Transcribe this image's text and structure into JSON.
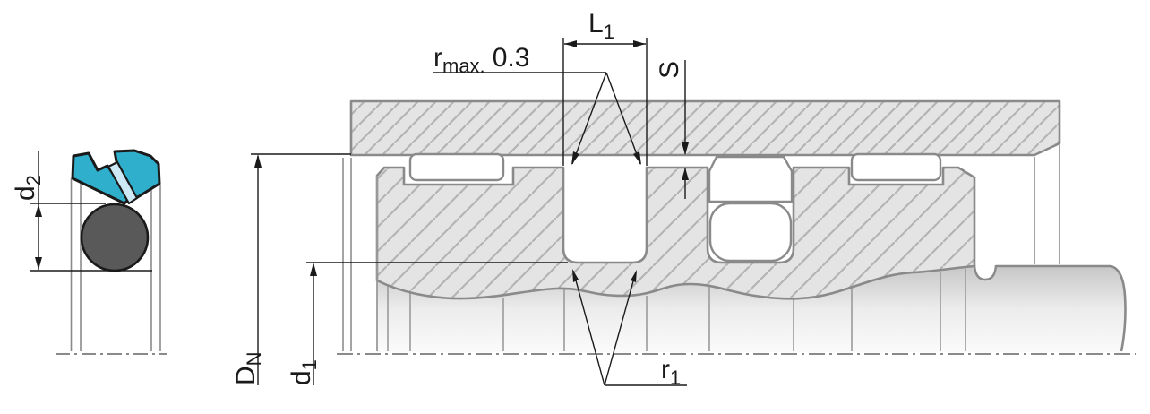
{
  "diagram": {
    "kind": "seal-installation-technical-drawing",
    "views": {
      "left": "seal-cross-section",
      "right": "installation-cross-section"
    }
  },
  "labels": {
    "d2": {
      "main": "d",
      "sub": "2"
    },
    "l1": {
      "main": "L",
      "sub": "1"
    },
    "rmax": {
      "main": "r",
      "sub": "max.",
      "value": "0.3"
    },
    "s": {
      "main": "S"
    },
    "dn": {
      "main": "D",
      "sub": "N"
    },
    "d1": {
      "main": "d",
      "sub": "1"
    },
    "r1": {
      "main": "r",
      "sub": "1"
    }
  },
  "colors": {
    "seal_teal": "#2fafcc",
    "seal_joint_strip": "#cde9f6",
    "o_ring_fill": "#595959",
    "seal_outline": "#1a1a1a",
    "metal_fill": "#e4e4e4",
    "hatch_line": "#b4b4b4",
    "edge_gray": "#8a8a8a",
    "dim_line": "#1a1a1a",
    "background": "#ffffff"
  }
}
